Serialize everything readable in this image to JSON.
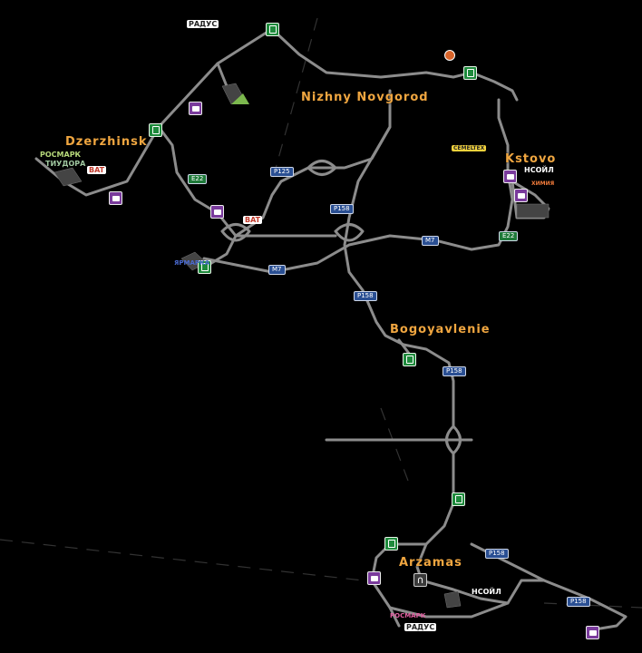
{
  "cities": {
    "nizhny_novgorod": "Nizhny Novgorod",
    "dzerzhinsk": "Dzerzhinsk",
    "kstovo": "Kstovo",
    "bogoyavlenie": "Bogoyavlenie",
    "arzamas": "Arzamas"
  },
  "road_shields": {
    "e22_west": "E22",
    "p125": "P125",
    "p158_north": "P158",
    "m7_west": "M7",
    "m7_east": "M7",
    "e22_east": "E22",
    "p158_mid": "P158",
    "p158_south1": "P158",
    "p158_arzamas": "P158",
    "p158_east": "P158"
  },
  "company_logos": {
    "radius_top": "РАДУС",
    "bat_dzerzhinsk": "BAT",
    "bat_nizhny": "BAT",
    "cemeltex": "CEMELTEX",
    "noil_kstovo": "НСОЙЛ",
    "himiya": "ХИМИЯ",
    "noil_arzamas": "НСОЙЛ",
    "rosmark_arzamas": "РОСМАРК",
    "radus_arzamas": "РАДУС",
    "rosmark_dz": "РОСМАРК",
    "tiudora": "ТИУДОРА",
    "yarmarka": "ЯРМАРКА"
  },
  "colors": {
    "background": "#000000",
    "road": "#8c8c8c",
    "city_label": "#f0a640",
    "fuel": "#1e8a3c",
    "truck": "#7a3b9c",
    "shield_route": "#2a4f93",
    "shield_euro": "#1f7a3a"
  },
  "icons": [
    "fuel-station-icon",
    "truck-dealer-icon",
    "garage-icon",
    "service-icon"
  ]
}
